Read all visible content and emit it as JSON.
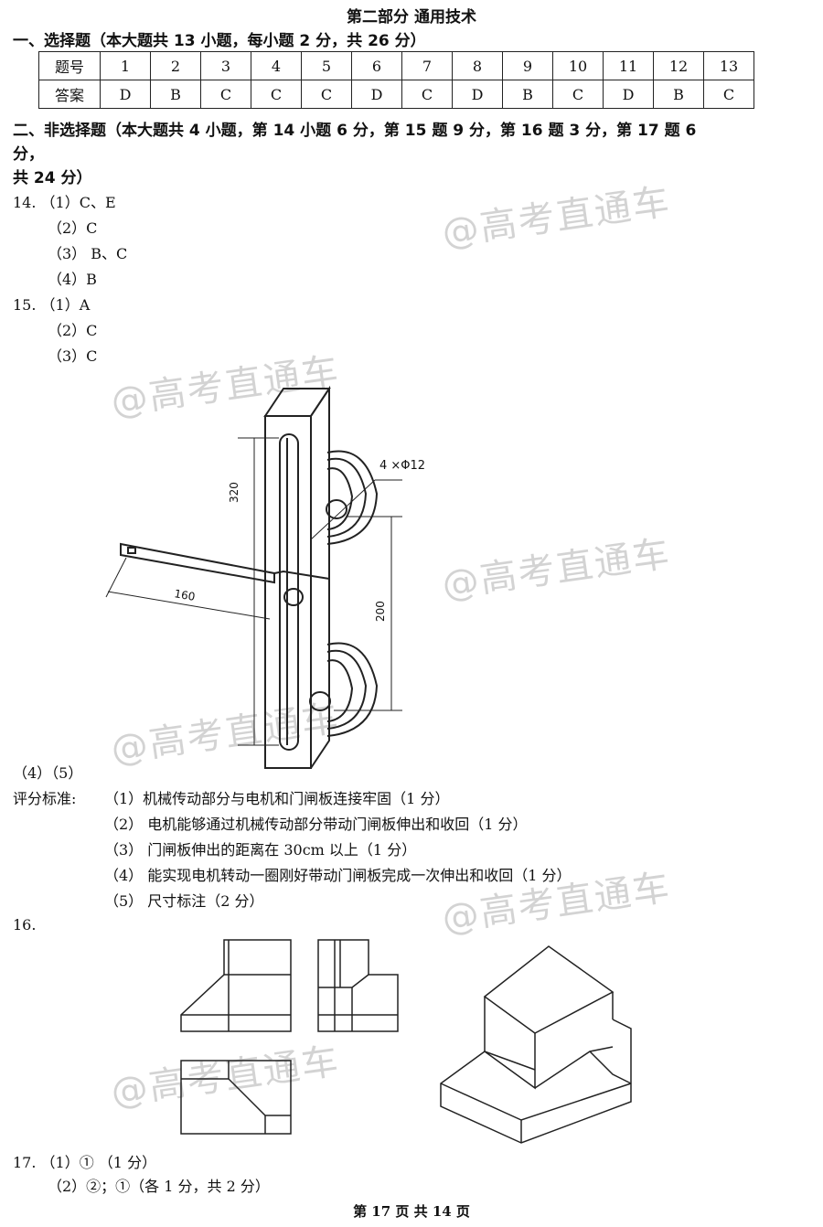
{
  "title": "第二部分 通用技术",
  "section1": "一、选择题（本大题共 13 小题，每小题 2 分，共 26 分）",
  "table": {
    "row1_label": "题号",
    "row2_label": "答案",
    "numbers": [
      "1",
      "2",
      "3",
      "4",
      "5",
      "6",
      "7",
      "8",
      "9",
      "10",
      "11",
      "12",
      "13"
    ],
    "answers": [
      "D",
      "B",
      "C",
      "C",
      "C",
      "D",
      "C",
      "D",
      "B",
      "C",
      "D",
      "B",
      "C"
    ]
  },
  "section2": {
    "line1": "二、非选择题（本大题共 4 小题，第 14 小题 6 分，第 15 题 9 分，第 16 题 3 分，第 17 题 6",
    "line2": "分，",
    "line3": "共 24 分）"
  },
  "q14": [
    "14. （1）C、E",
    "（2）C",
    "（3） B、C",
    "（4）B"
  ],
  "q15": [
    "15. （1）A",
    "（2）C",
    "（3）C"
  ],
  "drawing": {
    "dim_hole": "4 ×Φ12",
    "dim_320": "320",
    "dim_160": "160",
    "dim_200": "200"
  },
  "q15_tail": "（4）（5）",
  "criteria": {
    "label": "评分标准:",
    "items": [
      "（1）机械传动部分与电机和门闸板连接牢固（1 分）",
      "（2） 电机能够通过机械传动部分带动门闸板伸出和收回（1 分）",
      "（3） 门闸板伸出的距离在 30cm 以上（1 分）",
      "（4） 能实现电机转动一圈刚好带动门闸板完成一次伸出和收回（1 分）",
      "（5） 尺寸标注（2 分）"
    ]
  },
  "q16": "16.",
  "q17": [
    "17. （1）① （1 分）",
    "（2）②；①（各 1 分，共 2 分）"
  ],
  "footer": "第 17 页 共 14 页",
  "watermark": "@高考直通车"
}
